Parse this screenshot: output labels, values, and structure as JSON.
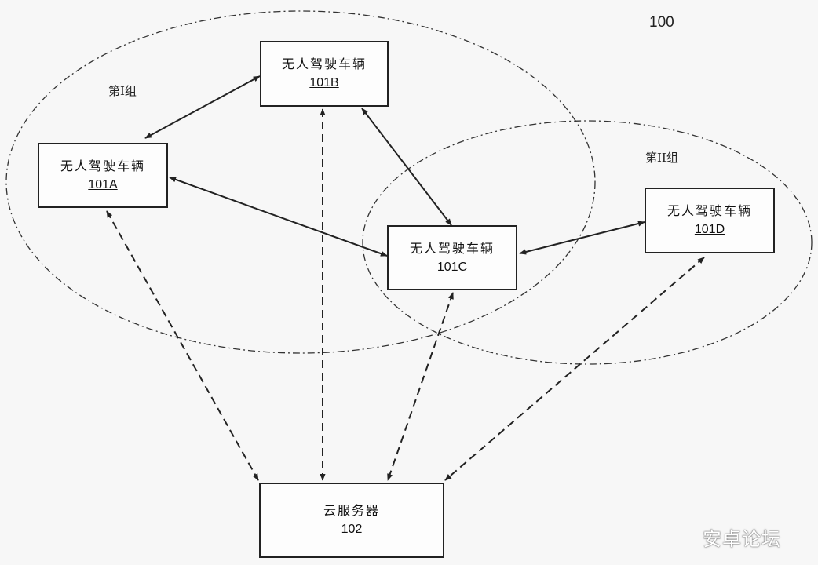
{
  "figure_label": "100",
  "groups": {
    "group1": {
      "label": "第I组"
    },
    "group2": {
      "label": "第II组"
    }
  },
  "nodes": {
    "a": {
      "title": "无人驾驶车辆",
      "code": "101A"
    },
    "b": {
      "title": "无人驾驶车辆",
      "code": "101B"
    },
    "c": {
      "title": "无人驾驶车辆",
      "code": "101C"
    },
    "d": {
      "title": "无人驾驶车辆",
      "code": "101D"
    },
    "server": {
      "title": "云服务器",
      "code": "102"
    }
  },
  "links": {
    "solid": [
      [
        "a",
        "b"
      ],
      [
        "a",
        "c"
      ],
      [
        "b",
        "c"
      ],
      [
        "c",
        "d"
      ]
    ],
    "dashed": [
      [
        "a",
        "server"
      ],
      [
        "b",
        "server"
      ],
      [
        "c",
        "server"
      ],
      [
        "d",
        "server"
      ]
    ]
  },
  "watermark": "安卓论坛",
  "colors": {
    "stroke": "#222222",
    "background": "#f7f7f7"
  }
}
